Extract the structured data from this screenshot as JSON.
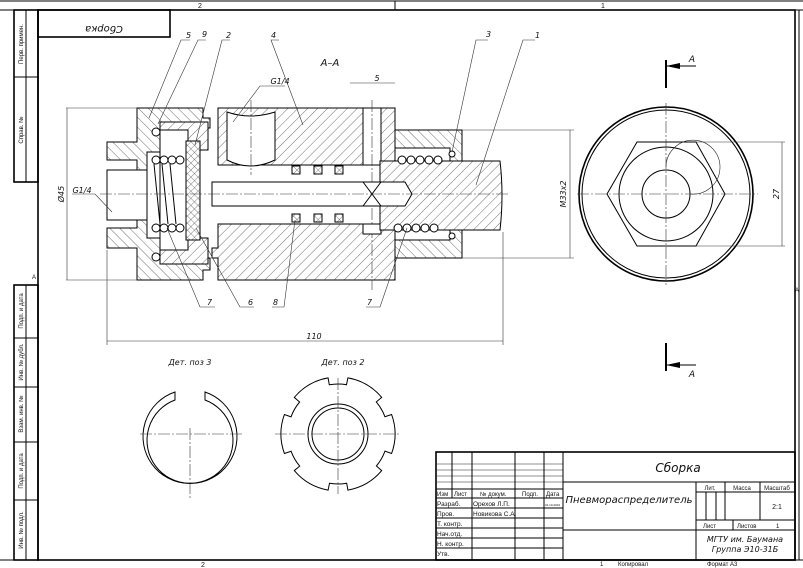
{
  "sheet": {
    "top_zone_left": "2",
    "top_zone_right": "1",
    "bottom_zone_left": "2",
    "side_marker_left": "A",
    "side_marker_right": "A",
    "stamp_inverted": "Сборка",
    "copied_label": "Копировал",
    "copied_number": "1",
    "format_label": "Формат А3"
  },
  "side_strip": {
    "upper": [
      "Перв. примен.",
      "Справ. №"
    ],
    "lower": [
      "Подп. и дата",
      "Инв. № дубл.",
      "Взам. инв. №",
      "Подп. и дата",
      "Инв. № подл."
    ]
  },
  "section_view": {
    "title": "А–А",
    "thread_top": "G1/4",
    "thread_left": "G1/4",
    "dim_slot": "5",
    "dim_diameter": "Ø45",
    "dim_length": "110",
    "dim_thread": "M33x2",
    "callouts_top": [
      "5",
      "9",
      "2",
      "4",
      "3",
      "1"
    ],
    "callouts_bottom": [
      "7",
      "6",
      "8",
      "7"
    ]
  },
  "end_view": {
    "cut_label_top": "А",
    "cut_label_bottom": "А",
    "dim_hex": "27"
  },
  "details": {
    "detail3_title": "Дет. поз 3",
    "detail2_title": "Дет. поз 2"
  },
  "title_block": {
    "drawing_name": "Сборка",
    "product_name": "Пневмораспределитель",
    "headers": [
      "Изм",
      "Лист",
      "№ докум.",
      "Подп.",
      "Дата"
    ],
    "rows": [
      {
        "role": "Разраб.",
        "name": "Орехов Л.П.",
        "date": "31.10.2019"
      },
      {
        "role": "Пров.",
        "name": "Новикова С.А.",
        "date": ""
      },
      {
        "role": "Т. контр.",
        "name": "",
        "date": ""
      },
      {
        "role": "Нач.отд.",
        "name": "",
        "date": ""
      },
      {
        "role": "Н. контр.",
        "name": "",
        "date": ""
      },
      {
        "role": "Утв.",
        "name": "",
        "date": ""
      }
    ],
    "lit_label": "Лит.",
    "mass_label": "Масса",
    "scale_label": "Масштаб",
    "scale_value": "2:1",
    "sheet_label": "Лист",
    "sheets_label": "Листов",
    "sheets_value": "1",
    "org_line1": "МГТУ им. Баумана",
    "org_line2": "Группа Э10-31Б"
  }
}
